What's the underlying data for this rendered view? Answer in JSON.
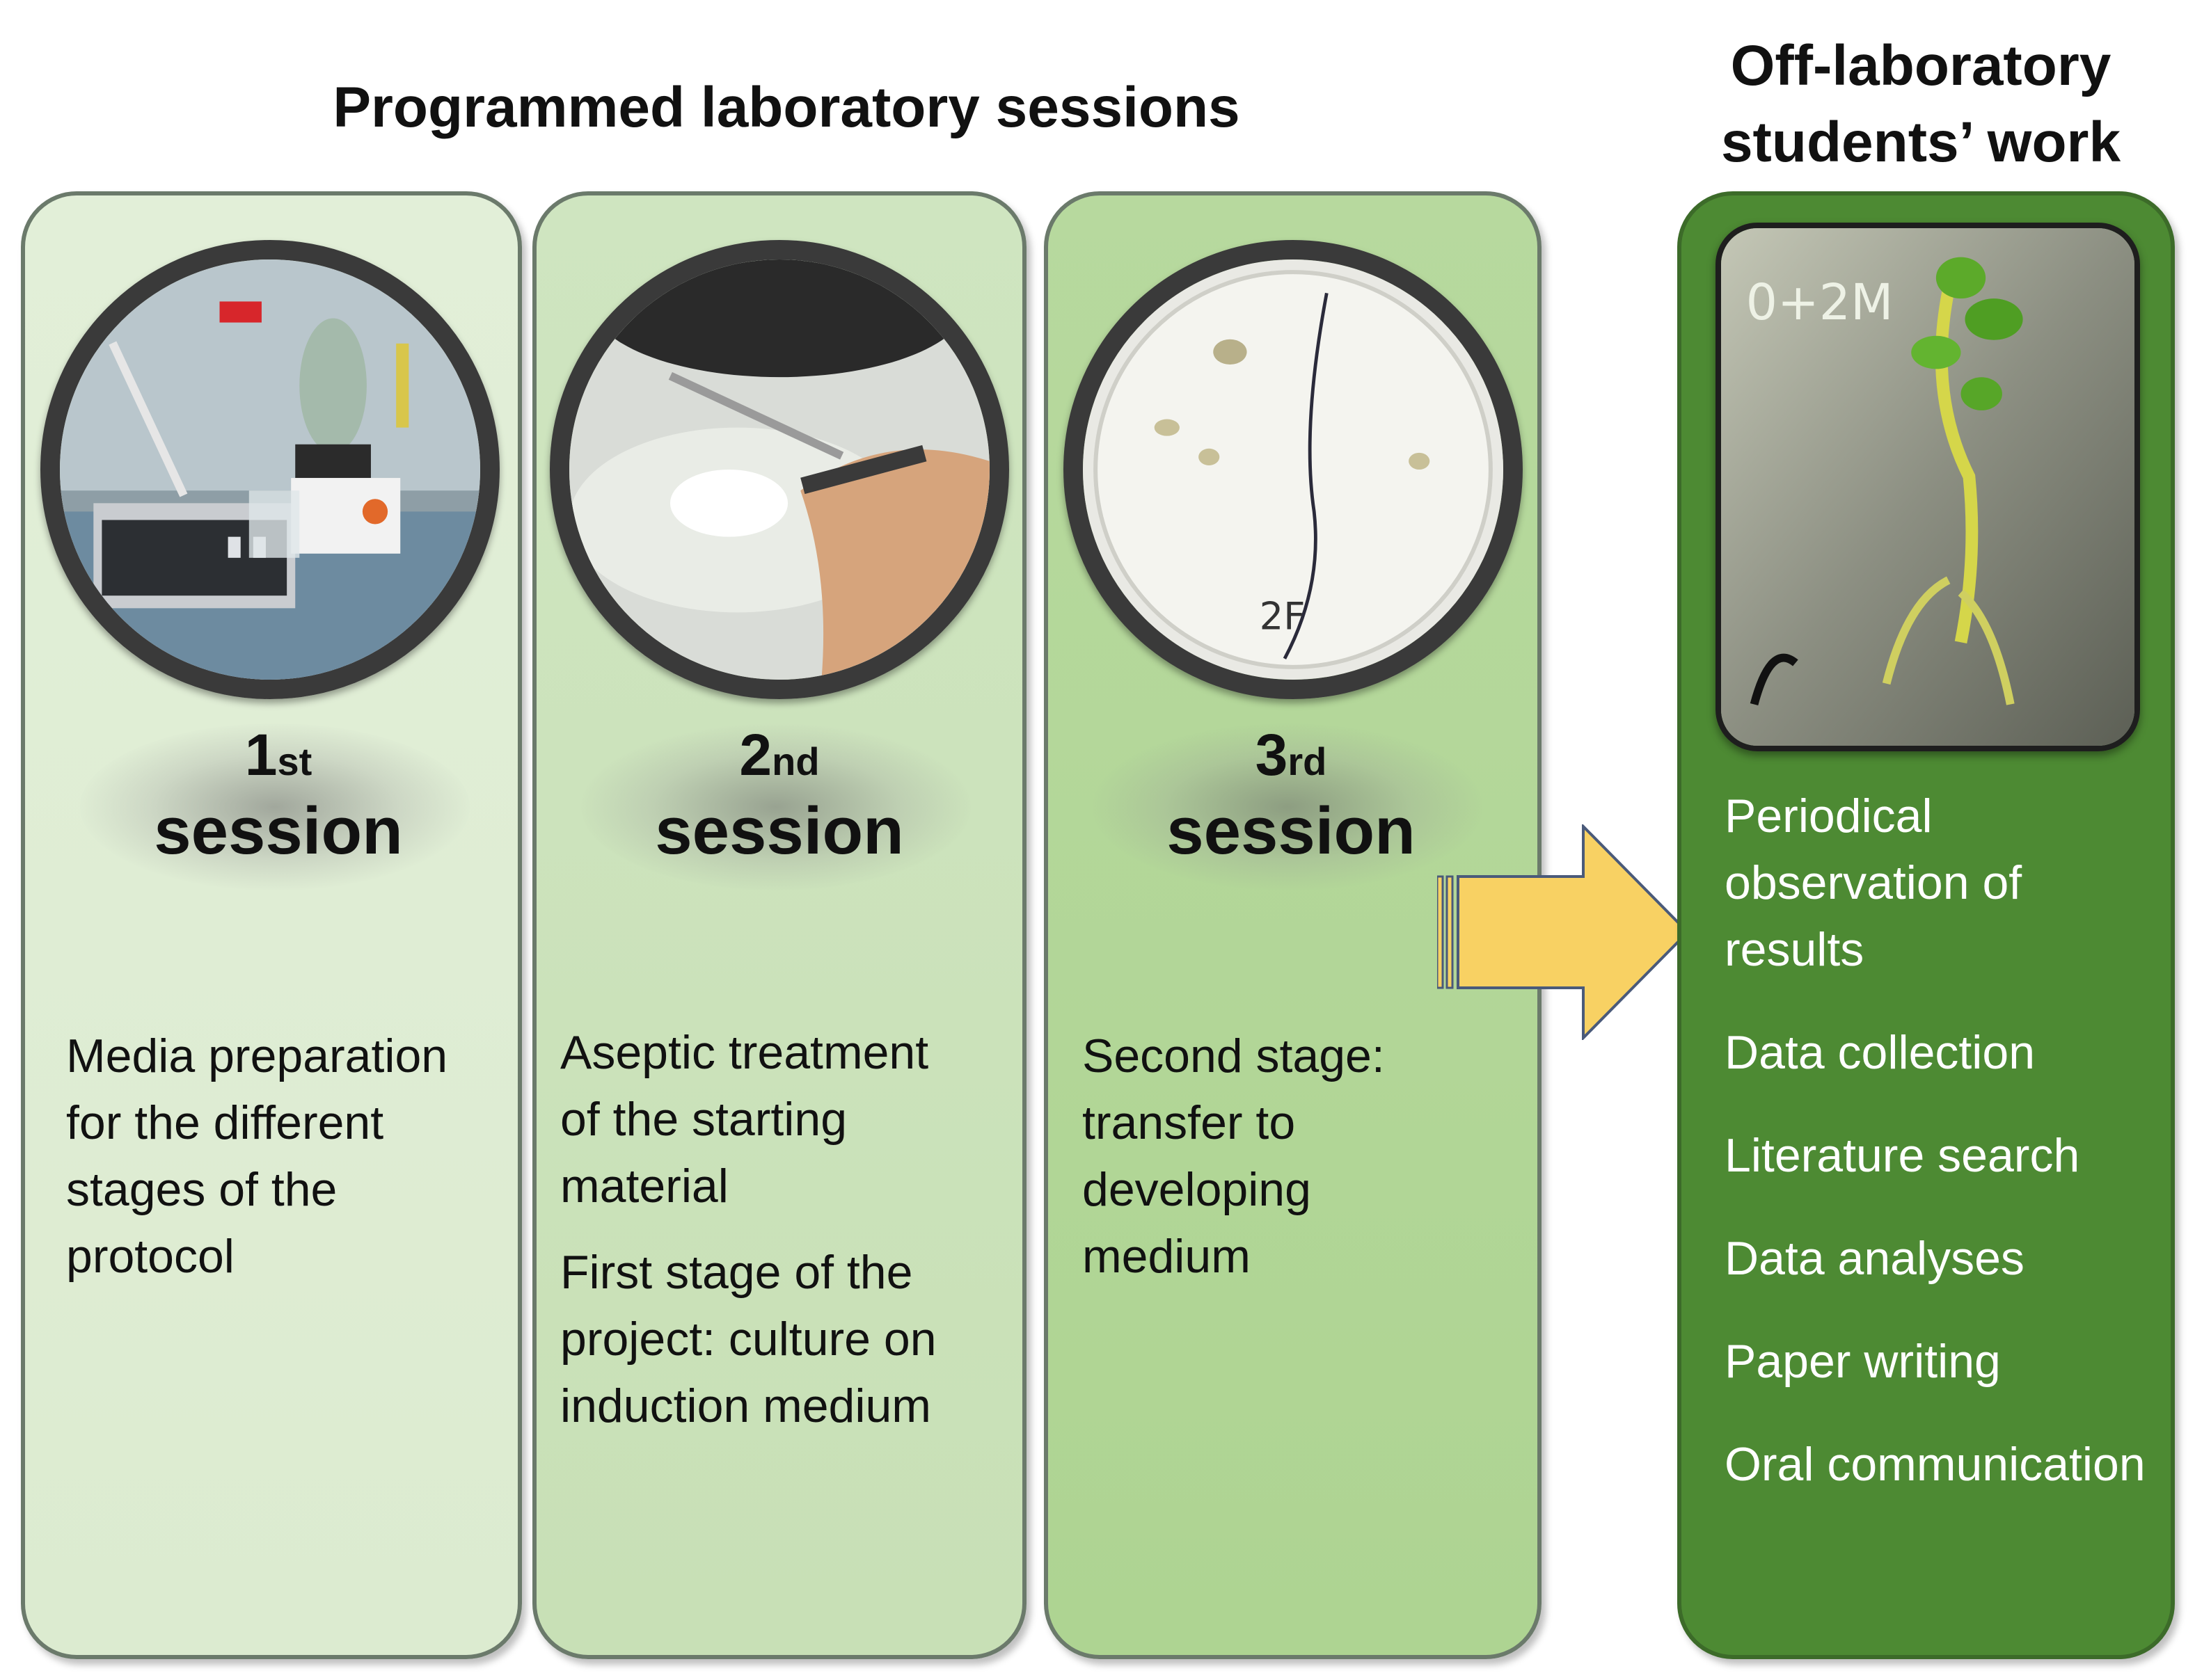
{
  "header": {
    "left_title": "Programmed laboratory sessions",
    "right_title_line1": "Off-laboratory",
    "right_title_line2": "students’ work"
  },
  "sessions": [
    {
      "number": "1",
      "ordinal": "st",
      "word": "session",
      "description": [
        "Media preparation for the different stages of the protocol"
      ]
    },
    {
      "number": "2",
      "ordinal": "nd",
      "word": "session",
      "description": [
        "Aseptic treatment of the starting material",
        "First stage of the project: culture on induction medium"
      ]
    },
    {
      "number": "3",
      "ordinal": "rd",
      "word": "session",
      "description": [
        "Second stage: transfer to developing medium"
      ]
    }
  ],
  "photo_labels": {
    "petri_dish_mark": "2F",
    "plant_jar_mark": "0+2M"
  },
  "off_lab_tasks": [
    "Periodical observation of results",
    "Data collection",
    "Literature search",
    "Data analyses",
    "Paper writing",
    "Oral communication"
  ],
  "colors": {
    "panel1": "#e2efd8",
    "panel2": "#cfe5c0",
    "panel3": "#b7d99e",
    "panel4": "#4d8a33",
    "arrow": "#f8d163"
  }
}
